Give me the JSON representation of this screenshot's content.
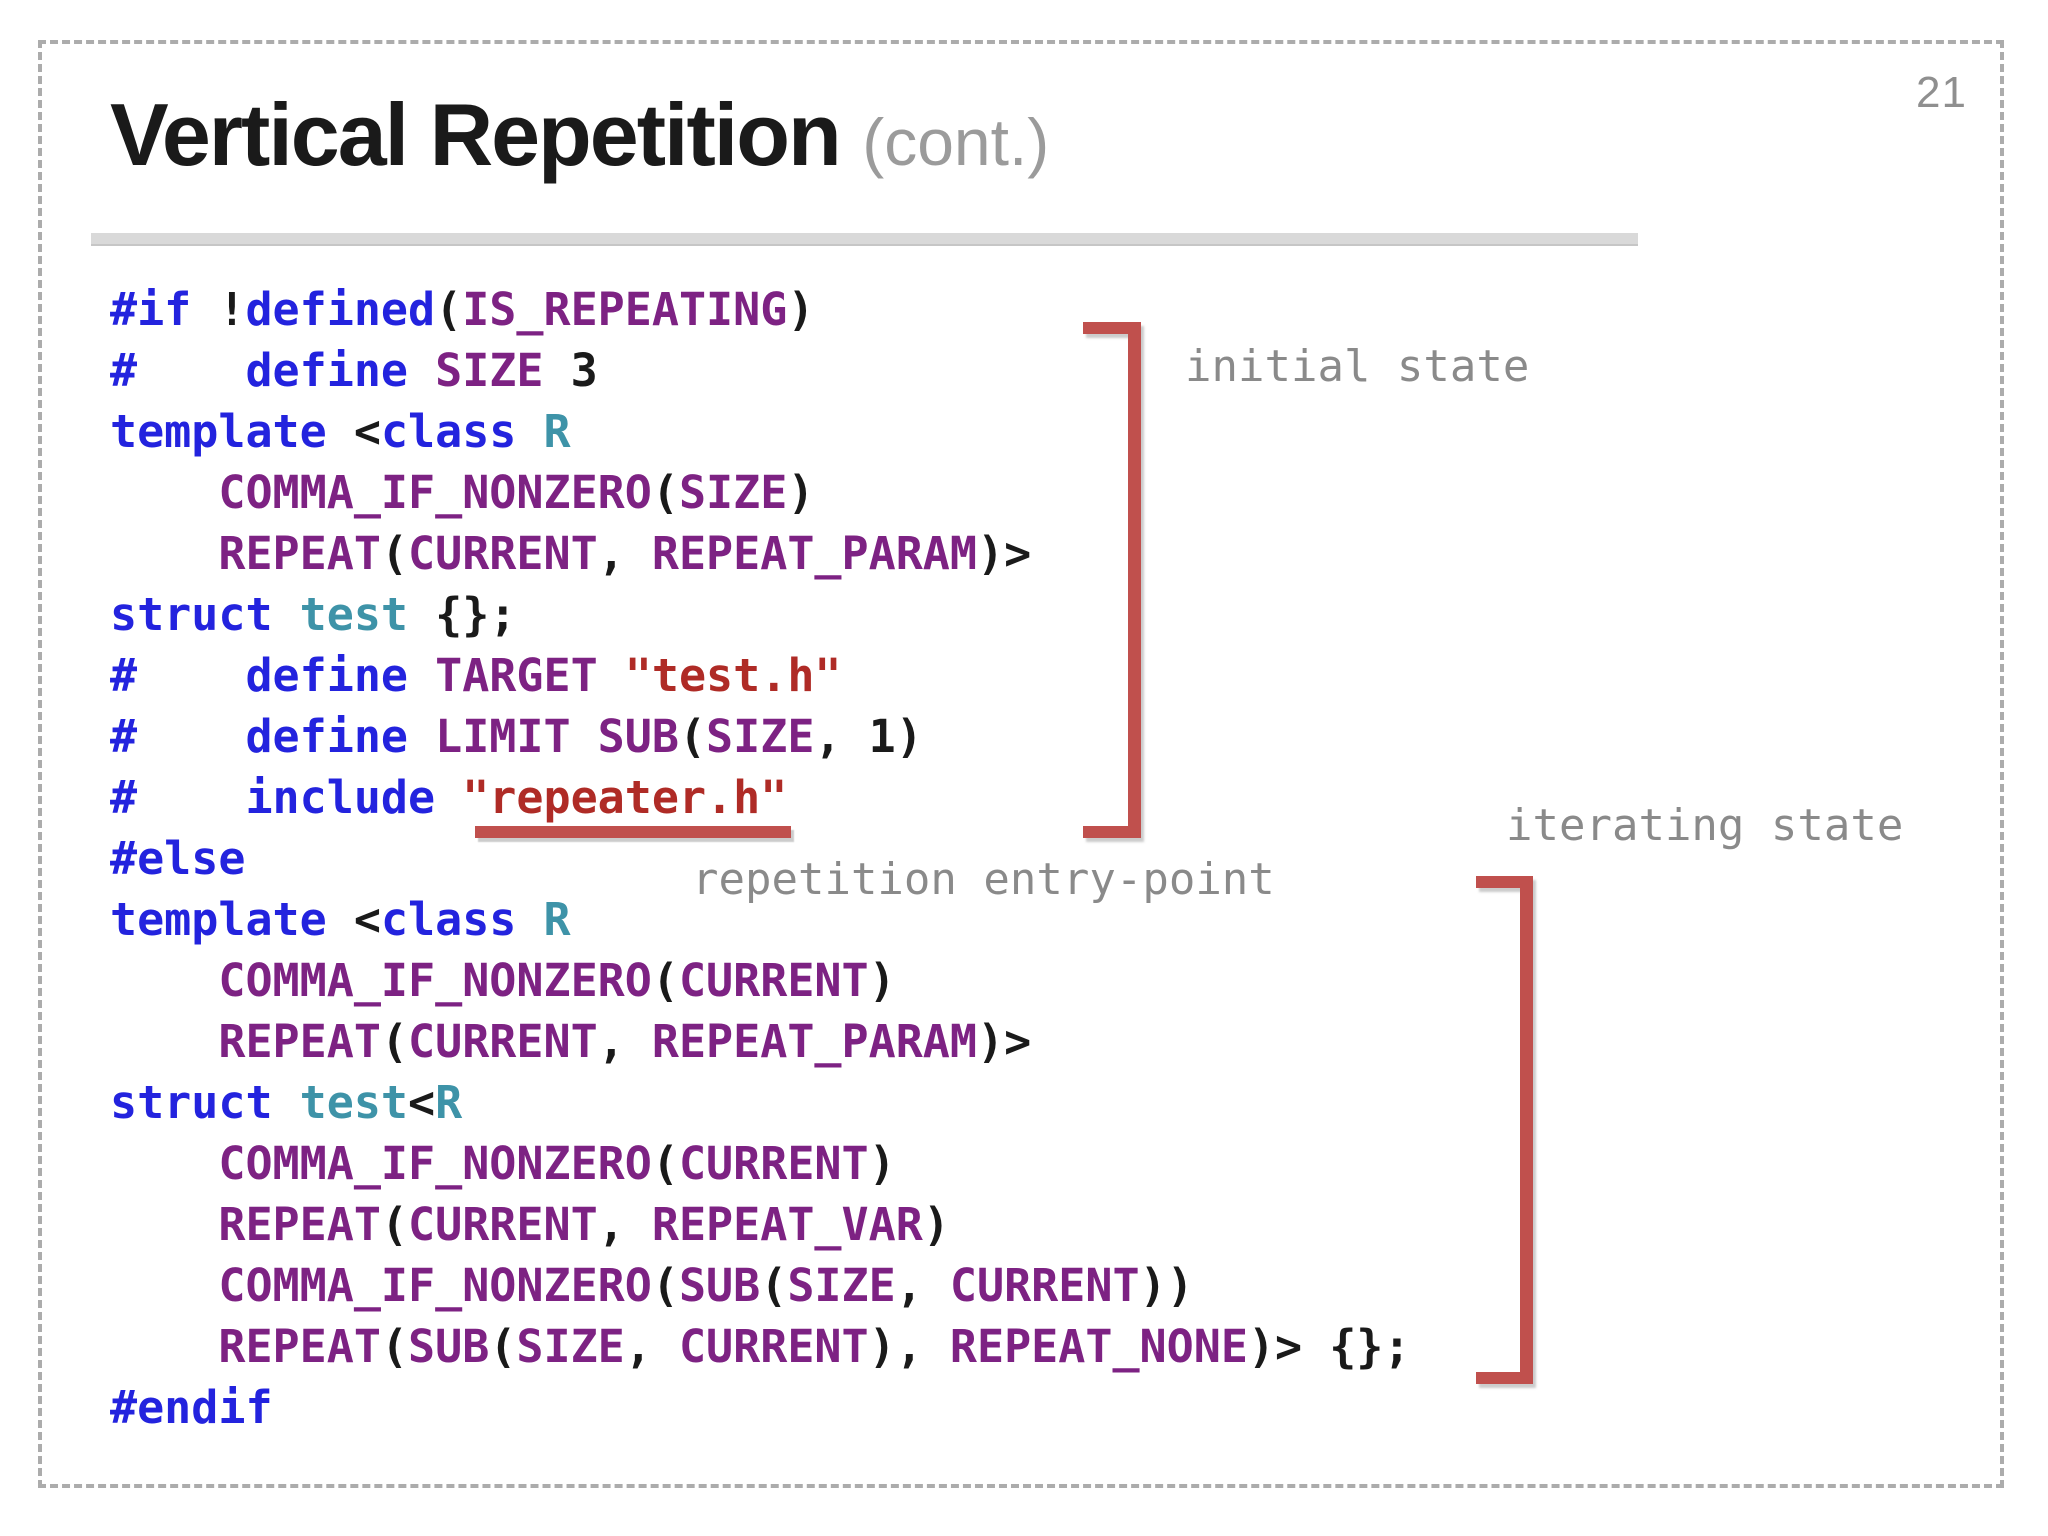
{
  "slide": {
    "page_number": "21",
    "title": "Vertical Repetition",
    "title_suffix": "(cont.)"
  },
  "annotations": {
    "initial_state": "initial state",
    "iterating_state": "iterating state",
    "entry_point": "repetition entry-point"
  },
  "colors": {
    "keyword_blue": "#2323DE",
    "macro_purple": "#7D2283",
    "type_teal": "#3E93A8",
    "string_red": "#AF2B26",
    "code_black": "#1A1A1A",
    "annotation_gray": "#8A8A8A",
    "accent_red": "#C0504D",
    "rule_gray": "#D9D9D9",
    "border_gray": "#ACACAC",
    "title_black": "#1A1A1A",
    "title_cont_gray": "#9B9B9B",
    "page_gray": "#8F8F8F"
  },
  "code": {
    "lines": [
      [
        {
          "c": "b",
          "t": "#if "
        },
        {
          "c": "k",
          "t": "!"
        },
        {
          "c": "b",
          "t": "defined"
        },
        {
          "c": "k",
          "t": "("
        },
        {
          "c": "p",
          "t": "IS_REPEATING"
        },
        {
          "c": "k",
          "t": ")"
        }
      ],
      [
        {
          "c": "b",
          "t": "#    define "
        },
        {
          "c": "p",
          "t": "SIZE"
        },
        {
          "c": "k",
          "t": " 3"
        }
      ],
      [
        {
          "c": "b",
          "t": "template "
        },
        {
          "c": "k",
          "t": "<"
        },
        {
          "c": "b",
          "t": "class "
        },
        {
          "c": "t",
          "t": "R"
        }
      ],
      [
        {
          "c": "k",
          "t": "    "
        },
        {
          "c": "p",
          "t": "COMMA_IF_NONZERO"
        },
        {
          "c": "k",
          "t": "("
        },
        {
          "c": "p",
          "t": "SIZE"
        },
        {
          "c": "k",
          "t": ")"
        }
      ],
      [
        {
          "c": "k",
          "t": "    "
        },
        {
          "c": "p",
          "t": "REPEAT"
        },
        {
          "c": "k",
          "t": "("
        },
        {
          "c": "p",
          "t": "CURRENT"
        },
        {
          "c": "k",
          "t": ", "
        },
        {
          "c": "p",
          "t": "REPEAT_PARAM"
        },
        {
          "c": "k",
          "t": ")>"
        }
      ],
      [
        {
          "c": "b",
          "t": "struct "
        },
        {
          "c": "t",
          "t": "test"
        },
        {
          "c": "k",
          "t": " {};"
        }
      ],
      [
        {
          "c": "b",
          "t": "#    define "
        },
        {
          "c": "p",
          "t": "TARGET"
        },
        {
          "c": "k",
          "t": " "
        },
        {
          "c": "s",
          "t": "\"test.h\""
        }
      ],
      [
        {
          "c": "b",
          "t": "#    define "
        },
        {
          "c": "p",
          "t": "LIMIT"
        },
        {
          "c": "k",
          "t": " "
        },
        {
          "c": "p",
          "t": "SUB"
        },
        {
          "c": "k",
          "t": "("
        },
        {
          "c": "p",
          "t": "SIZE"
        },
        {
          "c": "k",
          "t": ", 1)"
        }
      ],
      [
        {
          "c": "b",
          "t": "#    include "
        },
        {
          "c": "s",
          "t": "\"repeater.h\""
        }
      ],
      [
        {
          "c": "b",
          "t": "#else"
        }
      ],
      [
        {
          "c": "b",
          "t": "template "
        },
        {
          "c": "k",
          "t": "<"
        },
        {
          "c": "b",
          "t": "class "
        },
        {
          "c": "t",
          "t": "R"
        }
      ],
      [
        {
          "c": "k",
          "t": "    "
        },
        {
          "c": "p",
          "t": "COMMA_IF_NONZERO"
        },
        {
          "c": "k",
          "t": "("
        },
        {
          "c": "p",
          "t": "CURRENT"
        },
        {
          "c": "k",
          "t": ")"
        }
      ],
      [
        {
          "c": "k",
          "t": "    "
        },
        {
          "c": "p",
          "t": "REPEAT"
        },
        {
          "c": "k",
          "t": "("
        },
        {
          "c": "p",
          "t": "CURRENT"
        },
        {
          "c": "k",
          "t": ", "
        },
        {
          "c": "p",
          "t": "REPEAT_PARAM"
        },
        {
          "c": "k",
          "t": ")>"
        }
      ],
      [
        {
          "c": "b",
          "t": "struct "
        },
        {
          "c": "t",
          "t": "test"
        },
        {
          "c": "k",
          "t": "<"
        },
        {
          "c": "t",
          "t": "R"
        }
      ],
      [
        {
          "c": "k",
          "t": "    "
        },
        {
          "c": "p",
          "t": "COMMA_IF_NONZERO"
        },
        {
          "c": "k",
          "t": "("
        },
        {
          "c": "p",
          "t": "CURRENT"
        },
        {
          "c": "k",
          "t": ")"
        }
      ],
      [
        {
          "c": "k",
          "t": "    "
        },
        {
          "c": "p",
          "t": "REPEAT"
        },
        {
          "c": "k",
          "t": "("
        },
        {
          "c": "p",
          "t": "CURRENT"
        },
        {
          "c": "k",
          "t": ", "
        },
        {
          "c": "p",
          "t": "REPEAT_VAR"
        },
        {
          "c": "k",
          "t": ")"
        }
      ],
      [
        {
          "c": "k",
          "t": "    "
        },
        {
          "c": "p",
          "t": "COMMA_IF_NONZERO"
        },
        {
          "c": "k",
          "t": "("
        },
        {
          "c": "p",
          "t": "SUB"
        },
        {
          "c": "k",
          "t": "("
        },
        {
          "c": "p",
          "t": "SIZE"
        },
        {
          "c": "k",
          "t": ", "
        },
        {
          "c": "p",
          "t": "CURRENT"
        },
        {
          "c": "k",
          "t": "))"
        }
      ],
      [
        {
          "c": "k",
          "t": "    "
        },
        {
          "c": "p",
          "t": "REPEAT"
        },
        {
          "c": "k",
          "t": "("
        },
        {
          "c": "p",
          "t": "SUB"
        },
        {
          "c": "k",
          "t": "("
        },
        {
          "c": "p",
          "t": "SIZE"
        },
        {
          "c": "k",
          "t": ", "
        },
        {
          "c": "p",
          "t": "CURRENT"
        },
        {
          "c": "k",
          "t": "), "
        },
        {
          "c": "p",
          "t": "REPEAT_NONE"
        },
        {
          "c": "k",
          "t": ")> {};"
        }
      ],
      [
        {
          "c": "b",
          "t": "#endif"
        }
      ]
    ]
  }
}
